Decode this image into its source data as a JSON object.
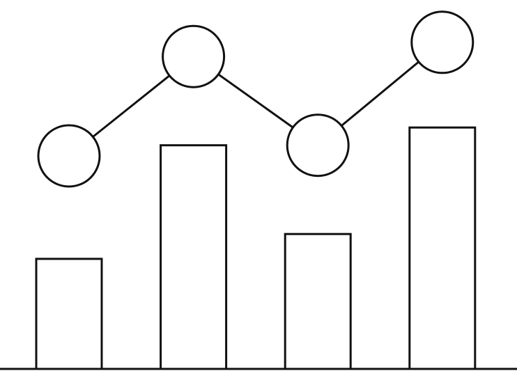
{
  "icon": "bar-and-line-chart-icon",
  "colors": {
    "stroke": "#111111",
    "fill": "#ffffff"
  },
  "chart_data": {
    "type": "bar",
    "categories": [
      "",
      "",
      "",
      ""
    ],
    "values": [
      31,
      63,
      38,
      68
    ],
    "line_values": [
      60,
      88,
      63,
      92
    ],
    "ylim": [
      0,
      100
    ],
    "grid": false
  }
}
